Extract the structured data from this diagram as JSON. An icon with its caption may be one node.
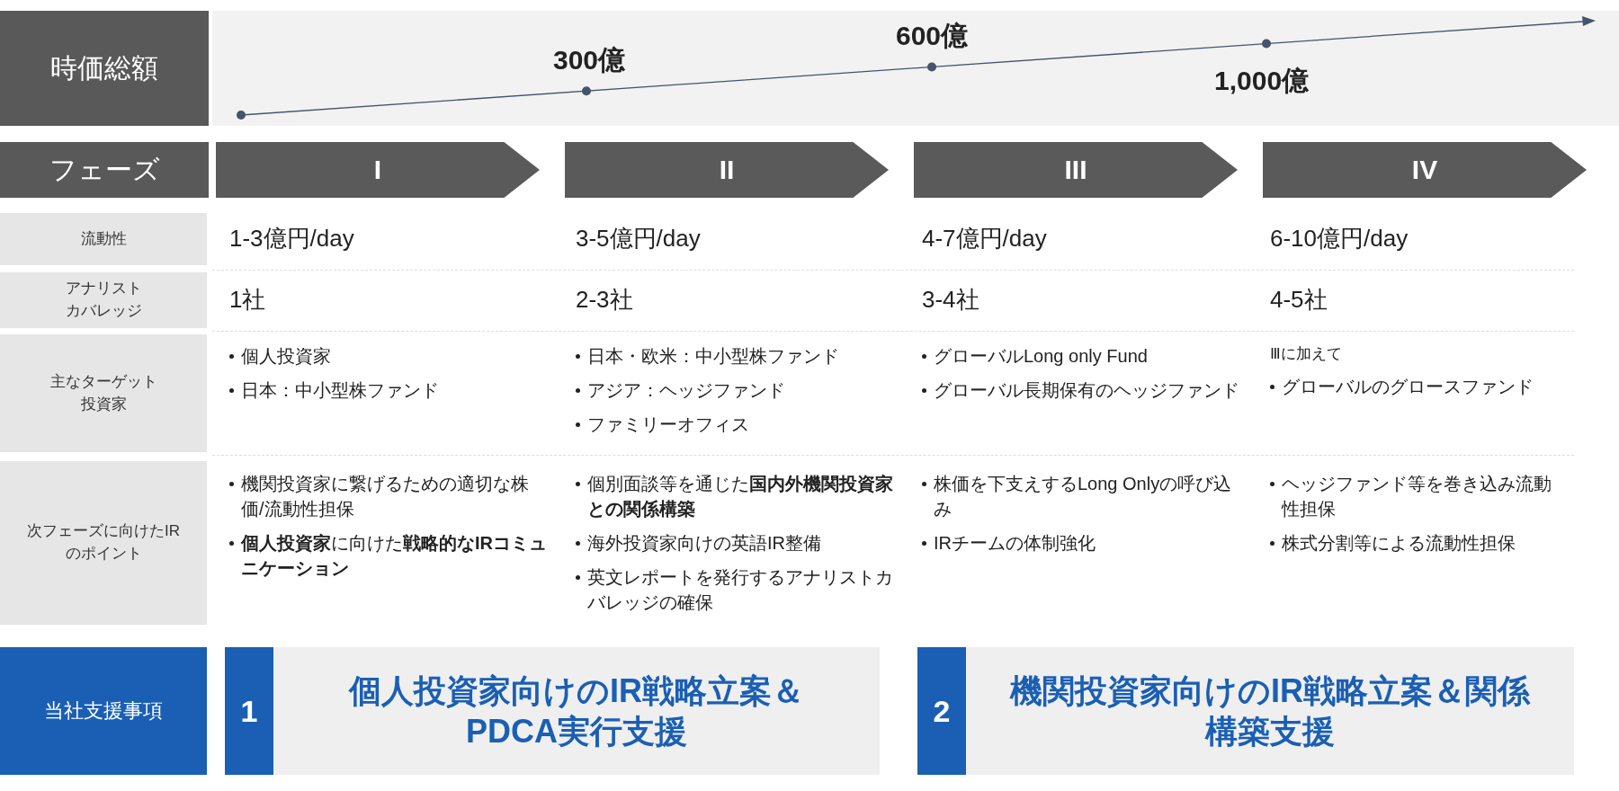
{
  "diagram": {
    "nodes": [
      {
        "text": [
          "時価総額"
        ]
      },
      {
        "text": [
          "フェーズ"
        ]
      },
      {
        "text": [
          "I"
        ]
      },
      {
        "text": [
          "II"
        ]
      },
      {
        "text": [
          "III"
        ]
      },
      {
        "text": [
          "IV"
        ]
      },
      {
        "text": [
          "流動性"
        ]
      },
      {
        "text": [
          "アナリストカバレッジ"
        ]
      },
      {
        "text": [
          "主なターゲット投資家"
        ]
      },
      {
        "text": [
          "次フェーズに向けたIRのポイント"
        ]
      },
      {
        "text": [
          "当社支援事項"
        ]
      },
      {
        "text": [
          "個人投資家向けのIR戦略立案＆PDCA実行支援"
        ]
      },
      {
        "text": [
          "1"
        ],
        "in": 11
      },
      {
        "text": [
          "機関投資家向けのIR戦略立案＆関係構築支援"
        ]
      },
      {
        "text": [
          "2"
        ],
        "in": 13
      }
    ],
    "labels": [
      "300億",
      "600億",
      "1,000億",
      "1-3億円/day",
      "3-5億円/day",
      "4-7億円/day",
      "6-10億円/day",
      "1社",
      "2-3社",
      "3-4社",
      "4-5社",
      "個人投資家",
      "日本：中小型株ファンド",
      "日本・欧米：中小型株ファンド",
      "アジア：ヘッジファンド",
      "ファミリーオフィス",
      "グローバルLong only Fund",
      "グローバル長期保有のヘッジファンド",
      "Ⅲに加えて",
      "グローバルのグロースファンド",
      "機関投資家に繋げるための適切な株価/流動性担保",
      "**個人投資家**に向けた**戦略的なIRコミュニケーション**",
      "個別面談等を通じた**国内外機関投資家との関係構築**",
      "海外投資家向けの英語IR整備",
      "英文レポートを発行するアナリストカバレッジの確保",
      "株価を下支えするLong Onlyの呼び込み",
      "IRチームの体制強化",
      "ヘッジファンド等を巻き込み流動性担保",
      "株式分割等による流動性担保"
    ]
  }
}
